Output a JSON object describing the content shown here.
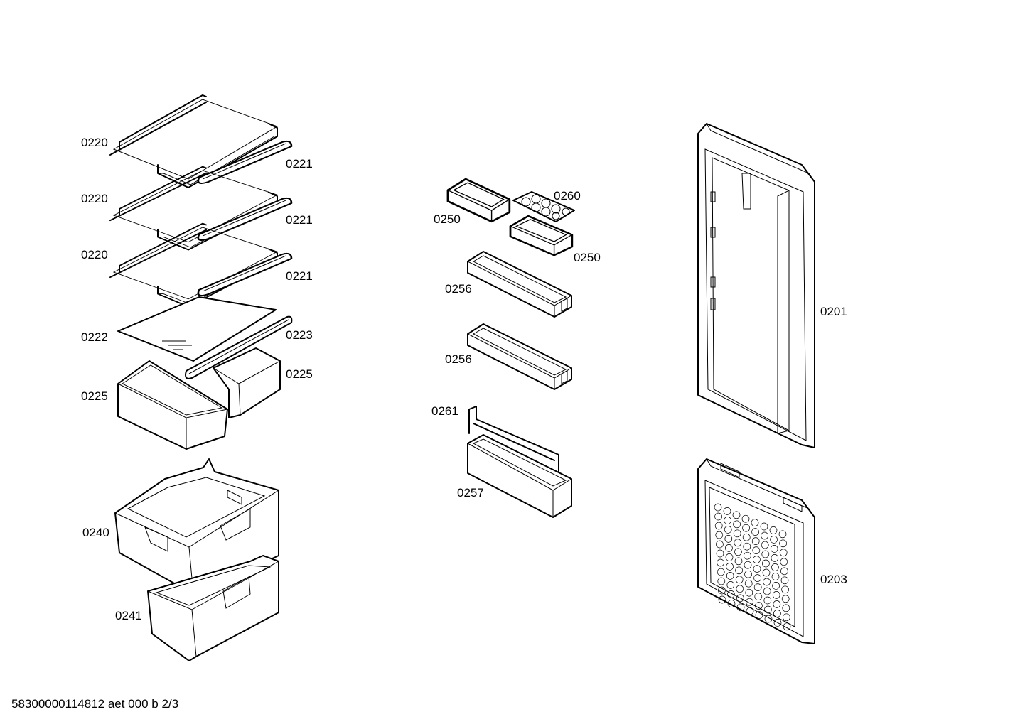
{
  "labels": {
    "p0220a": "0220",
    "p0221a": "0221",
    "p0220b": "0220",
    "p0221b": "0221",
    "p0220c": "0220",
    "p0221c": "0221",
    "p0222": "0222",
    "p0223": "0223",
    "p0225a": "0225",
    "p0225b": "0225",
    "p0240": "0240",
    "p0241": "0241",
    "p0250a": "0250",
    "p0260": "0260",
    "p0250b": "0250",
    "p0256a": "0256",
    "p0256b": "0256",
    "p0261": "0261",
    "p0257": "0257",
    "p0201": "0201",
    "p0203": "0203"
  },
  "footer": {
    "document_id": "58300000114812 aet 000 b 2/3"
  }
}
